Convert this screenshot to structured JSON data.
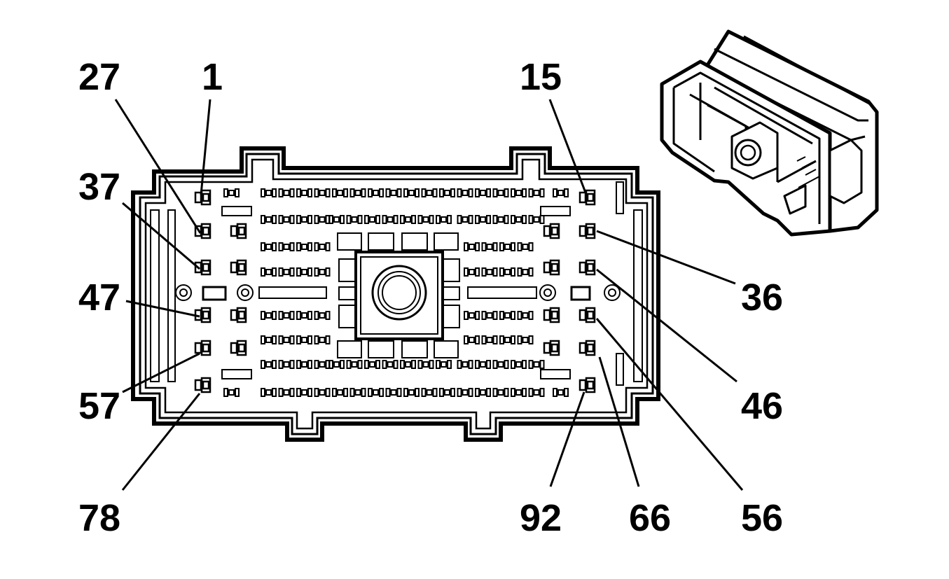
{
  "diagram": {
    "pin_labels": [
      {
        "id": "27",
        "text": "27"
      },
      {
        "id": "1",
        "text": "1"
      },
      {
        "id": "15",
        "text": "15"
      },
      {
        "id": "37",
        "text": "37"
      },
      {
        "id": "47",
        "text": "47"
      },
      {
        "id": "57",
        "text": "57"
      },
      {
        "id": "78",
        "text": "78"
      },
      {
        "id": "36",
        "text": "36"
      },
      {
        "id": "46",
        "text": "46"
      },
      {
        "id": "56",
        "text": "56"
      },
      {
        "id": "92",
        "text": "92"
      },
      {
        "id": "66",
        "text": "66"
      }
    ],
    "colors": {
      "line": "#000000",
      "background": "#ffffff"
    }
  }
}
